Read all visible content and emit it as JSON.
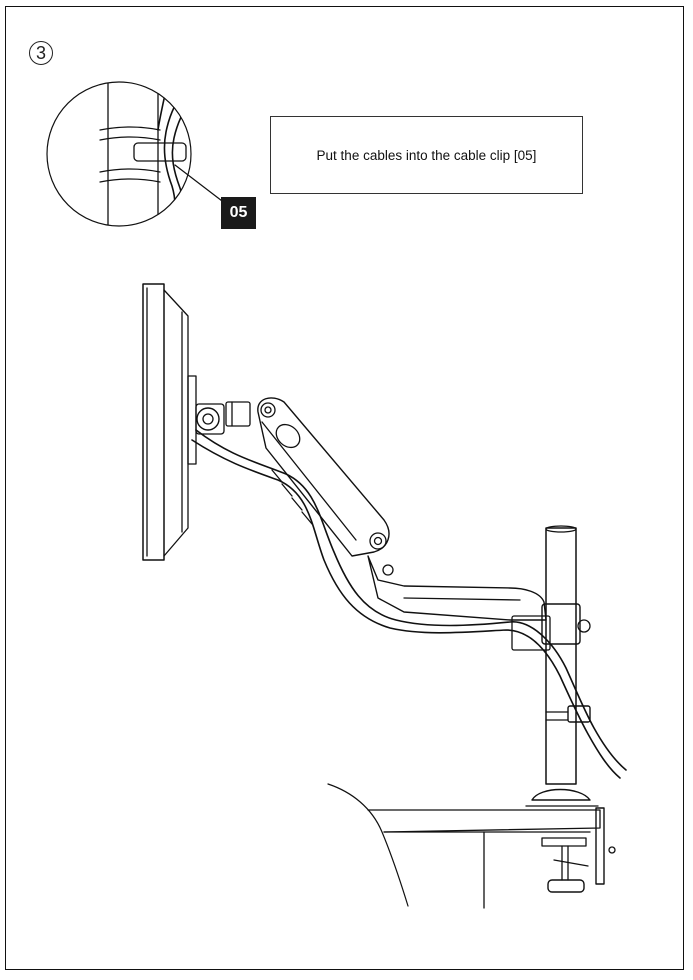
{
  "step": {
    "number": "3"
  },
  "instruction": {
    "text": "Put the cables into the cable clip [05]"
  },
  "part": {
    "label": "05"
  }
}
